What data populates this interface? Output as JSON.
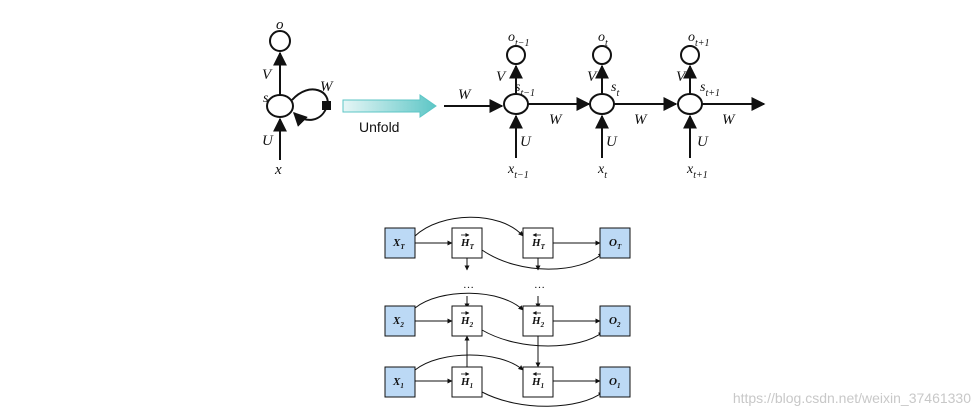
{
  "top_diagram": {
    "folded": {
      "output": "o",
      "state": "s",
      "input": "x",
      "weight_v": "V",
      "weight_w": "W",
      "weight_u": "U"
    },
    "unfold_label": "Unfold",
    "unrolled": {
      "incoming_w": "W",
      "steps": [
        {
          "output": "o",
          "output_sub": "t−1",
          "state": "s",
          "state_sub": "t−1",
          "input": "x",
          "input_sub": "t−1",
          "v": "V",
          "u": "U",
          "w_out": "W"
        },
        {
          "output": "o",
          "output_sub": "t",
          "state": "s",
          "state_sub": "t",
          "input": "x",
          "input_sub": "t",
          "v": "V",
          "u": "U",
          "w_out": "W"
        },
        {
          "output": "o",
          "output_sub": "t+1",
          "state": "s",
          "state_sub": "t+1",
          "input": "x",
          "input_sub": "t+1",
          "v": "V",
          "u": "U",
          "w_out": "W"
        }
      ]
    }
  },
  "bottom_diagram": {
    "rows": [
      {
        "x": "X",
        "x_sub": "T",
        "hf": "H",
        "hf_sub": "T",
        "hb": "H",
        "hb_sub": "T",
        "o": "O",
        "o_sub": "T"
      },
      {
        "x": "X",
        "x_sub": "2",
        "hf": "H",
        "hf_sub": "2",
        "hb": "H",
        "hb_sub": "2",
        "o": "O",
        "o_sub": "2"
      },
      {
        "x": "X",
        "x_sub": "1",
        "hf": "H",
        "hf_sub": "1",
        "hb": "H",
        "hb_sub": "1",
        "o": "O",
        "o_sub": "1"
      }
    ],
    "ellipsis": "…",
    "colors": {
      "io_fill": "#bcd9f5",
      "hidden_fill": "#ffffff",
      "stroke": "#111111"
    }
  },
  "watermark": "https://blog.csdn.net/weixin_37461330"
}
